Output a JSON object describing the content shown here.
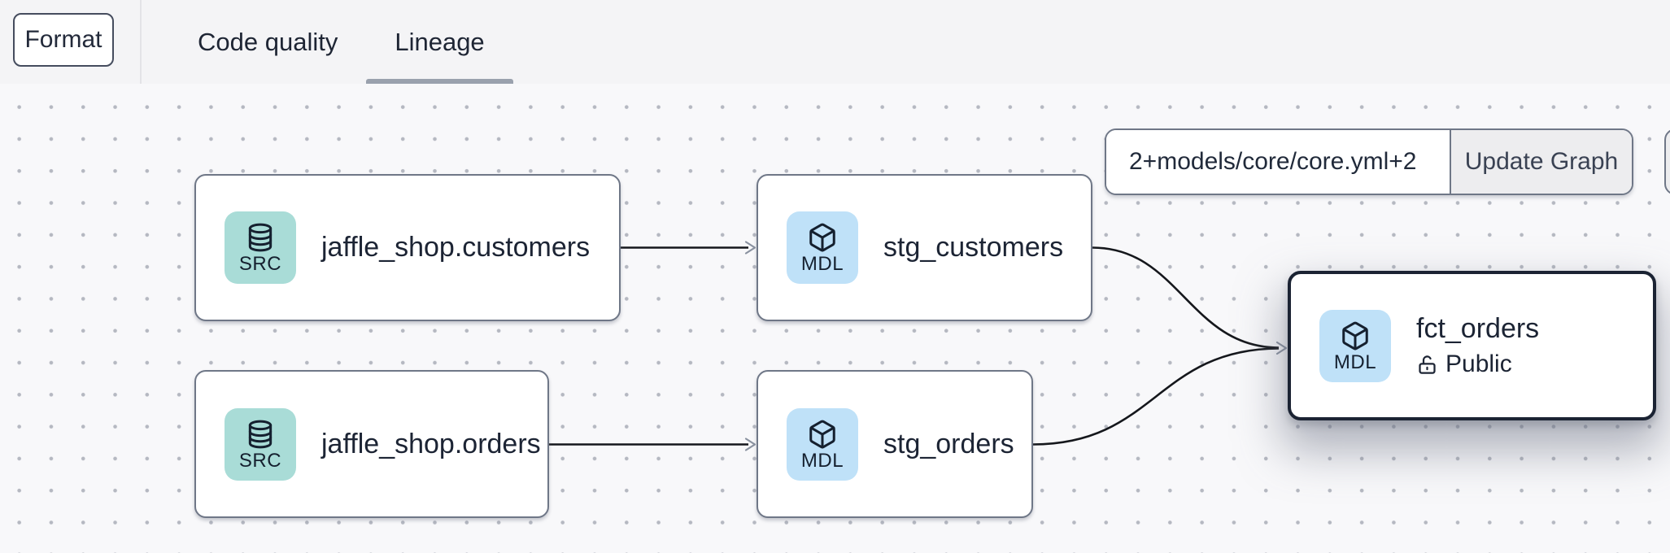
{
  "header": {
    "format_button": "Format",
    "tabs": [
      {
        "label": "Code quality",
        "active": false
      },
      {
        "label": "Lineage",
        "active": true
      }
    ]
  },
  "graph_controls": {
    "selector_value": "2+models/core/core.yml+2",
    "update_button": "Update Graph"
  },
  "nodes": [
    {
      "label": "jaffle_shop.customers",
      "type": "SRC",
      "kind": "source",
      "icon": "database-icon"
    },
    {
      "label": "stg_customers",
      "type": "MDL",
      "kind": "model",
      "icon": "cube-icon"
    },
    {
      "label": "jaffle_shop.orders",
      "type": "SRC",
      "kind": "source",
      "icon": "database-icon"
    },
    {
      "label": "stg_orders",
      "type": "MDL",
      "kind": "model",
      "icon": "cube-icon"
    },
    {
      "label": "fct_orders",
      "type": "MDL",
      "kind": "model",
      "icon": "cube-icon",
      "access": "Public",
      "access_icon": "unlock-icon",
      "selected": true
    }
  ],
  "edges": [
    {
      "from": "jaffle_shop.customers",
      "to": "stg_customers"
    },
    {
      "from": "jaffle_shop.orders",
      "to": "stg_orders"
    },
    {
      "from": "stg_customers",
      "to": "fct_orders"
    },
    {
      "from": "stg_orders",
      "to": "fct_orders"
    }
  ],
  "colors": {
    "topbar_bg": "#f4f4f6",
    "canvas_bg": "#f8f8fa",
    "canvas_dots": "#b5b8c1",
    "source_badge_bg": "#a9dcd7",
    "model_badge_bg": "#bfe1f8",
    "node_border": "#6f7787",
    "selected_node_border": "#1b2333",
    "active_tab_underline": "#9aa1ad",
    "edge_stroke": "#15171c",
    "arrowhead": "#8a92a0",
    "text_primary": "#1c2434"
  }
}
